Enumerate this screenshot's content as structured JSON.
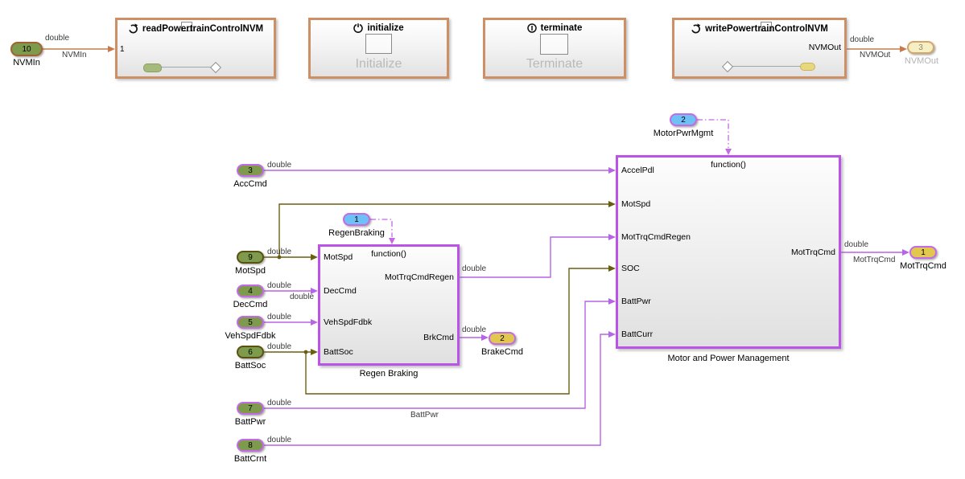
{
  "colors": {
    "wire_purple": "#b864e6",
    "wire_olive": "#6b5e11",
    "wire_orange": "#c87a4a",
    "block_border_orange": "#cd9066",
    "block_border_purple": "#bb53e8",
    "oval_green": "#7e9b4d",
    "oval_blue": "#6ec1f5",
    "oval_yellow": "#e2c74f",
    "oval_cream": "#f6efc4"
  },
  "signals": {
    "dtype": "double",
    "nvmin": "NVMIn",
    "nvmout": "NVMOut",
    "battpwr": "BattPwr",
    "mottrqcmd": "MotTrqCmd"
  },
  "blocks": {
    "read_nvm": {
      "title": "readPowertrainControlNVM",
      "port_number": "1"
    },
    "initialize": {
      "title": "initialize",
      "label": "Initialize"
    },
    "terminate": {
      "title": "terminate",
      "label": "Terminate"
    },
    "write_nvm": {
      "title": "writePowertrainControlNVM",
      "port_label": "NVMOut"
    },
    "regen": {
      "header": "function()",
      "name": "Regen Braking",
      "inputs": [
        "MotSpd",
        "DecCmd",
        "VehSpdFdbk",
        "BattSoc"
      ],
      "outputs": [
        "MotTrqCmdRegen",
        "BrkCmd"
      ]
    },
    "motor": {
      "header": "function()",
      "name": "Motor and Power Management",
      "inputs": [
        "AccelPdl",
        "MotSpd",
        "MotTrqCmdRegen",
        "SOC",
        "BattPwr",
        "BattCurr"
      ],
      "outputs": [
        "MotTrqCmd"
      ]
    }
  },
  "ports": {
    "nvmin": {
      "num": "10",
      "label": "NVMIn"
    },
    "acccmd": {
      "num": "3",
      "label": "AccCmd"
    },
    "motspd": {
      "num": "9",
      "label": "MotSpd"
    },
    "deccmd": {
      "num": "4",
      "label": "DecCmd"
    },
    "vehspdfdbk": {
      "num": "5",
      "label": "VehSpdFdbk"
    },
    "battsoc": {
      "num": "6",
      "label": "BattSoc"
    },
    "battpwr": {
      "num": "7",
      "label": "BattPwr"
    },
    "battcrnt": {
      "num": "8",
      "label": "BattCrnt"
    },
    "regenbraking": {
      "num": "1",
      "label": "RegenBraking"
    },
    "motorpwrmgmt": {
      "num": "2",
      "label": "MotorPwrMgmt"
    },
    "nvmout": {
      "num": "3",
      "label": "NVMOut"
    },
    "brakecmd": {
      "num": "2",
      "label": "BrakeCmd"
    },
    "mottrqcmd": {
      "num": "1",
      "label": "MotTrqCmd"
    }
  }
}
